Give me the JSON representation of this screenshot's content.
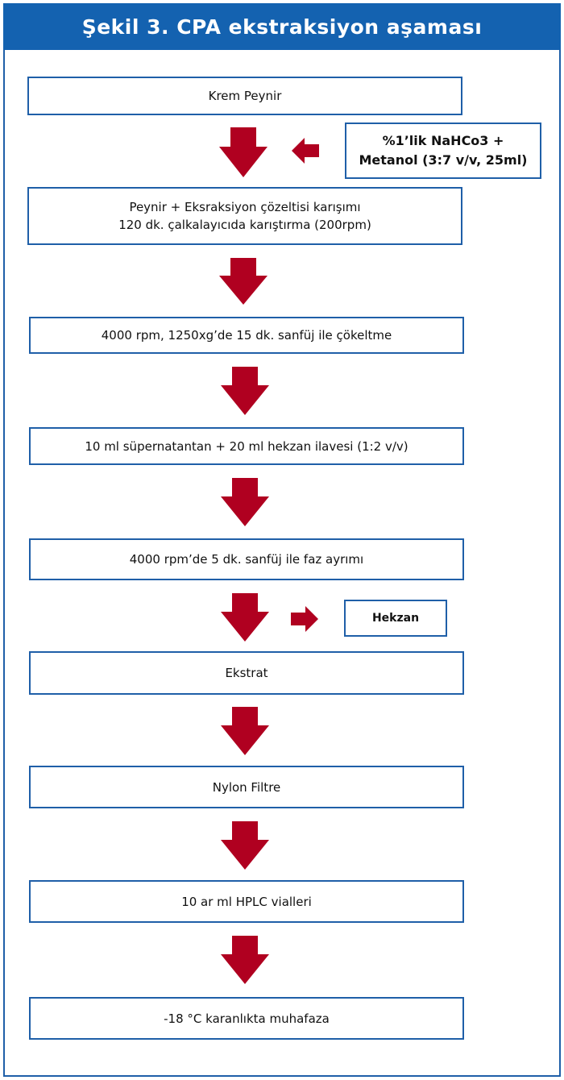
{
  "title": "Şekil 3. CPA ekstraksiyon aşaması",
  "colors": {
    "header_bg": "#1462b0",
    "box_border": "#1f5fa8",
    "arrow": "#b00020"
  },
  "steps": [
    {
      "lines": [
        "Krem Peynir"
      ]
    },
    {
      "lines": [
        "Peynir + Eksraksiyon çözeltisi karışımı",
        "120 dk. çalkalayıcıda karıştırma (200rpm)"
      ]
    },
    {
      "lines": [
        "4000 rpm, 1250xg’de 15 dk. sanfüj ile çökeltme"
      ]
    },
    {
      "lines": [
        "10 ml süpernatantan + 20 ml hekzan ilavesi (1:2 v/v)"
      ]
    },
    {
      "lines": [
        "4000 rpm’de 5 dk. sanfüj ile faz ayrımı"
      ]
    },
    {
      "lines": [
        "Ekstrat"
      ]
    },
    {
      "lines": [
        "Nylon Filtre"
      ]
    },
    {
      "lines": [
        "10 ar ml HPLC vialleri"
      ]
    },
    {
      "lines": [
        "-18 °C karanlıkta muhafaza"
      ]
    }
  ],
  "side_inputs": {
    "solvent": {
      "lines": [
        "%1’lik NaHCo3 +",
        "Metanol (3:7 v/v, 25ml)"
      ]
    },
    "output": {
      "label": "Hekzan"
    }
  }
}
